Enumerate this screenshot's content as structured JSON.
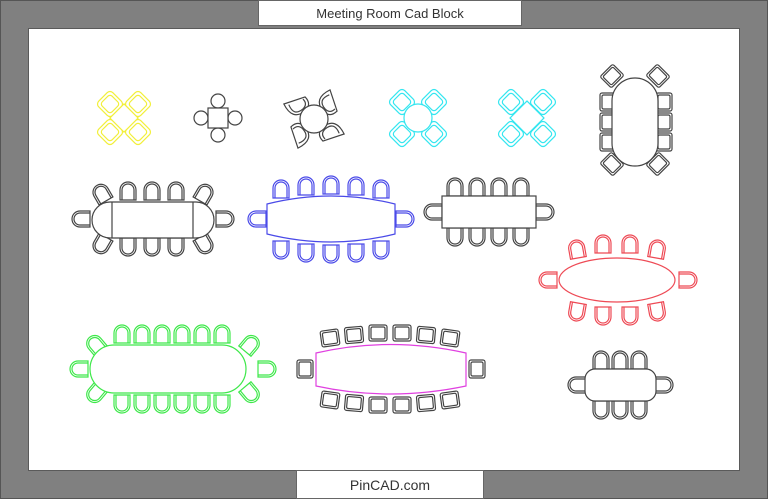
{
  "header": {
    "title": "Meeting Room Cad Block"
  },
  "footer": {
    "brand": "PinCAD.com"
  },
  "colors": {
    "frame": "#808080",
    "canvas": "#ffffff",
    "yellow": "#f2ef3a",
    "black": "#444444",
    "cyan": "#33e6f0",
    "blue": "#4a4ae8",
    "red": "#ee4a55",
    "green": "#3ee84a",
    "magenta": "#e040e0"
  },
  "blocks": [
    {
      "name": "square-table-4-chairs-diagonal",
      "color": "yellow",
      "seats": 4
    },
    {
      "name": "square-table-4-chairs-round",
      "color": "black",
      "seats": 4
    },
    {
      "name": "round-table-4-chairs",
      "color": "black",
      "seats": 4
    },
    {
      "name": "round-table-4-chairs",
      "color": "cyan",
      "seats": 4
    },
    {
      "name": "diamond-table-4-chairs",
      "color": "cyan",
      "seats": 4
    },
    {
      "name": "oval-table-10-chairs-vertical",
      "color": "black",
      "seats": 10
    },
    {
      "name": "racetrack-table-12-chairs",
      "color": "black",
      "seats": 12
    },
    {
      "name": "boat-table-12-chairs",
      "color": "blue",
      "seats": 12
    },
    {
      "name": "rectangle-table-10-chairs",
      "color": "black",
      "seats": 10
    },
    {
      "name": "ellipse-table-10-chairs",
      "color": "red",
      "seats": 10
    },
    {
      "name": "racetrack-table-18-chairs",
      "color": "green",
      "seats": 18
    },
    {
      "name": "boat-table-14-chairs",
      "color": "magenta",
      "seats": 14
    },
    {
      "name": "rounded-table-8-chairs",
      "color": "black",
      "seats": 8
    }
  ]
}
